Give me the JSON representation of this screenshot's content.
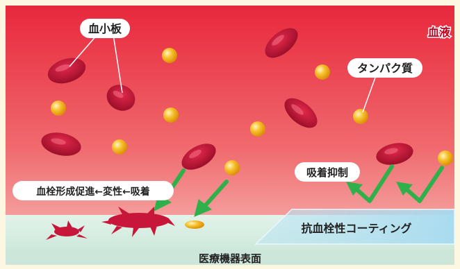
{
  "labels": {
    "platelet": "血小板",
    "blood": "血液",
    "protein": "タンパク質",
    "adsorption_suppression": "吸着抑制",
    "thrombus_process": "血栓形成促進←変性←吸着",
    "coating": "抗血栓性コーティング",
    "device_surface": "医療機器表面"
  },
  "colors": {
    "blood_top": "#e8283c",
    "blood_bottom": "#f7b3b0",
    "surface": "#d7efe4",
    "red_cell": "#c8163a",
    "protein": "#f5b21a",
    "arrow": "#2fb04a",
    "accent_text": "#c2001e"
  }
}
